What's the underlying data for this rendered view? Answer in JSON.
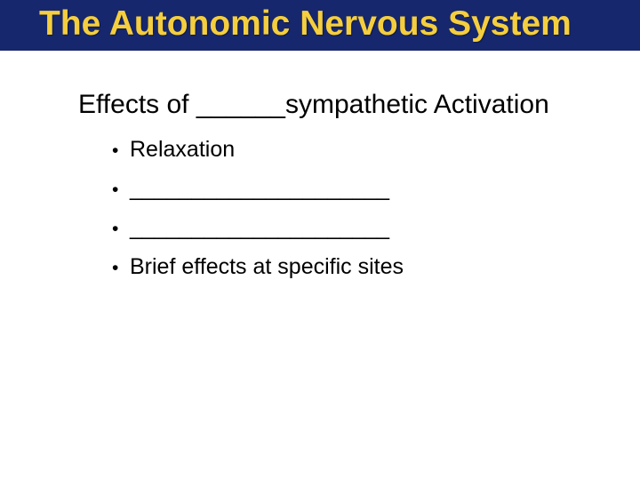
{
  "slide": {
    "title": "The Autonomic Nervous System",
    "heading": "Effects of ______sympathetic Activation",
    "bullet_char": "•",
    "bullets": [
      {
        "text": "Relaxation"
      },
      {
        "text": "_____________________"
      },
      {
        "text": "_____________________"
      },
      {
        "text": "Brief effects at specific sites"
      }
    ],
    "colors": {
      "banner_bg": "#16276D",
      "title_text": "#F5CE3E",
      "body_text": "#000000",
      "slide_bg": "#FFFFFF"
    }
  }
}
